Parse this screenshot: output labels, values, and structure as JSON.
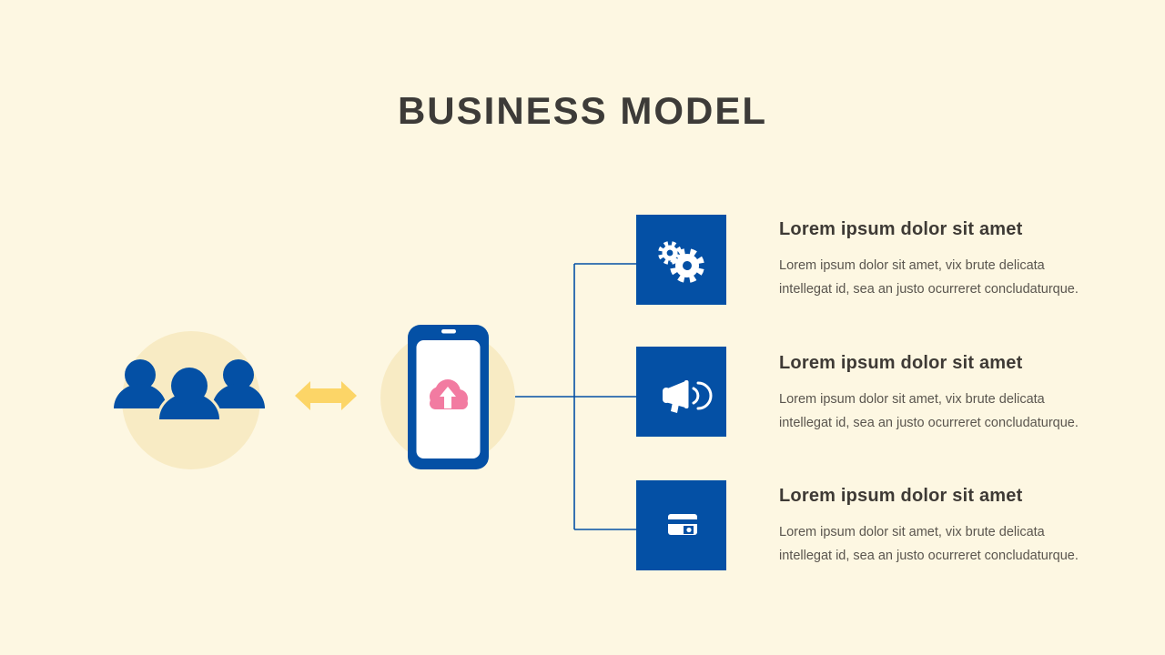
{
  "slide": {
    "title": "BUSINESS MODEL"
  },
  "colors": {
    "background": "#fdf7e2",
    "primary_blue": "#0450a5",
    "pale_circle_yellow": "#f8ebc4",
    "arrow_yellow": "#fcd567",
    "cloud_pink": "#f27ba1",
    "title_text": "#3d3b38",
    "heading_text": "#3e3a35",
    "body_text": "#5a554e",
    "icon_white": "#ffffff"
  },
  "diagram": {
    "left_icon": "users-group-icon",
    "middle_icon": "double-arrow-icon",
    "center_icon": "smartphone-icon",
    "center_icon_overlay": "cloud-upload-icon",
    "connector_style": "elbow-lines"
  },
  "sections": [
    {
      "icon": "gears-icon",
      "heading": "Lorem ipsum dolor sit amet",
      "body": "Lorem ipsum dolor sit amet, vix brute delicata intellegat id, sea an justo ocurreret concludaturque."
    },
    {
      "icon": "megaphone-icon",
      "heading": "Lorem ipsum dolor sit amet",
      "body": "Lorem ipsum dolor sit amet, vix brute delicata intellegat id, sea an justo ocurreret concludaturque."
    },
    {
      "icon": "credit-card-icon",
      "heading": "Lorem ipsum dolor sit amet",
      "body": "Lorem ipsum dolor sit amet, vix brute delicata intellegat id, sea an justo ocurreret concludaturque."
    }
  ]
}
